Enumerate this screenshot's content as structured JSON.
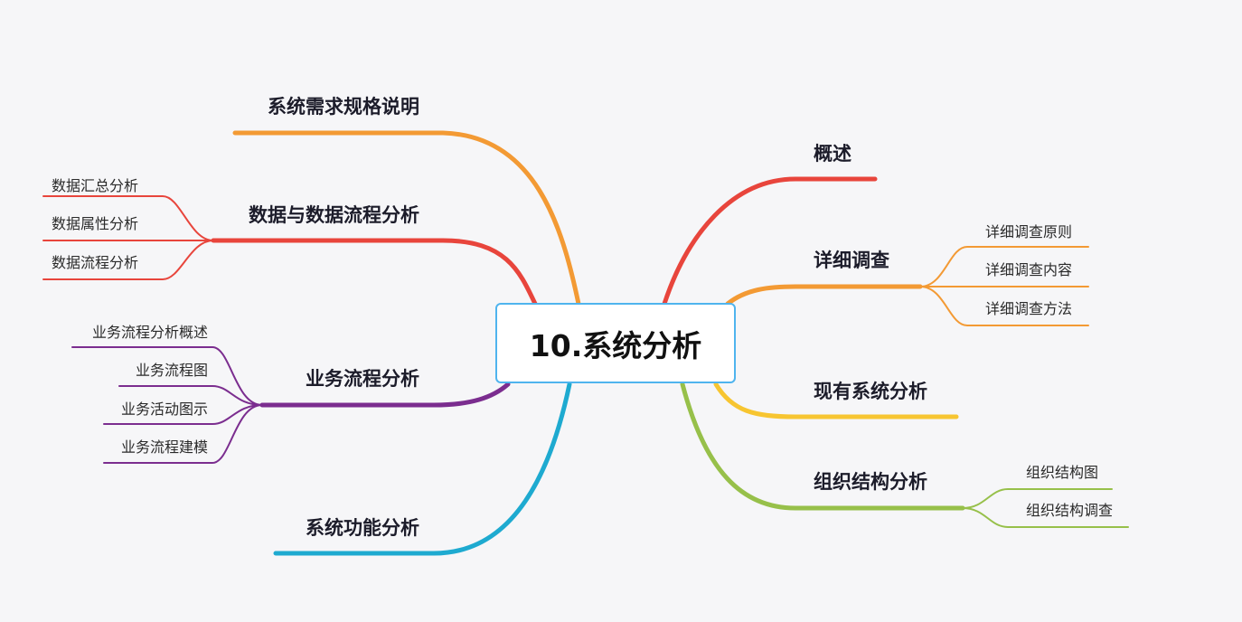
{
  "root": {
    "label": "10.系统分析",
    "border_color": "#4fb4ee"
  },
  "left_topics": [
    {
      "label": "系统需求规格说明",
      "color": "#f39a34",
      "children": []
    },
    {
      "label": "数据与数据流程分析",
      "color": "#e8453c",
      "children": [
        "数据汇总分析",
        "数据属性分析",
        "数据流程分析"
      ]
    },
    {
      "label": "业务流程分析",
      "color": "#7b2d8f",
      "children": [
        "业务流程分析概述",
        "业务流程图",
        "业务活动图示",
        "业务流程建模"
      ]
    },
    {
      "label": "系统功能分析",
      "color": "#1eaad0",
      "children": []
    }
  ],
  "right_topics": [
    {
      "label": "概述",
      "color": "#e8453c",
      "children": []
    },
    {
      "label": "详细调查",
      "color": "#f39a34",
      "children": [
        "详细调查原则",
        "详细调查内容",
        "详细调查方法"
      ]
    },
    {
      "label": "现有系统分析",
      "color": "#f7c531",
      "children": []
    },
    {
      "label": "组织结构分析",
      "color": "#97c04a",
      "children": [
        "组织结构图",
        "组织结构调查"
      ]
    }
  ]
}
